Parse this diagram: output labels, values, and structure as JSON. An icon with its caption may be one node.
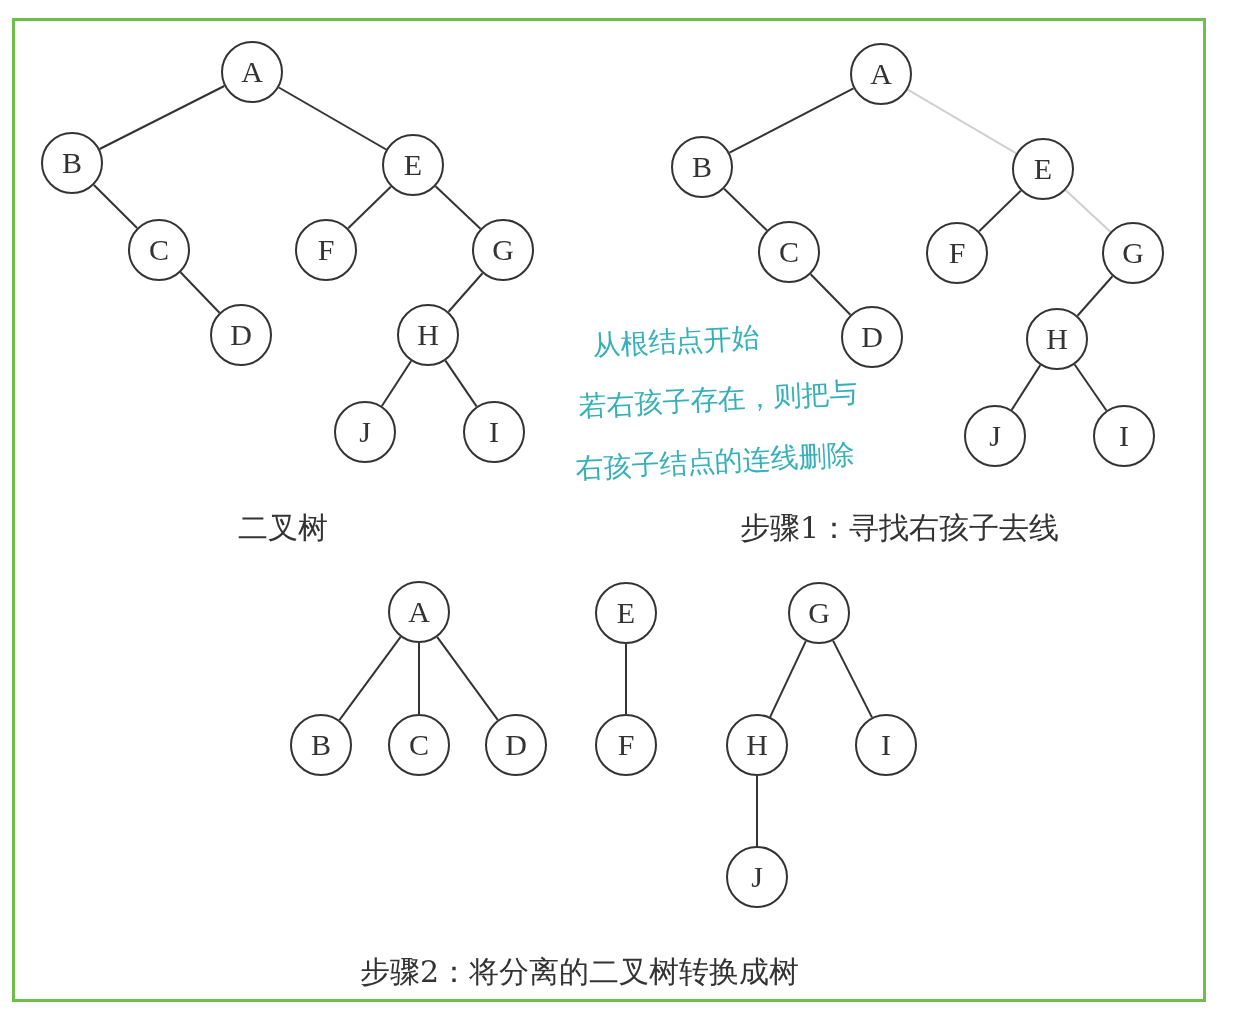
{
  "diagram": {
    "nodes": [
      {
        "text": [
          "A"
        ]
      },
      {
        "text": [
          "B"
        ]
      },
      {
        "text": [
          "E"
        ]
      },
      {
        "text": [
          "C"
        ]
      },
      {
        "text": [
          "F"
        ]
      },
      {
        "text": [
          "G"
        ]
      },
      {
        "text": [
          "D"
        ]
      },
      {
        "text": [
          "H"
        ]
      },
      {
        "text": [
          "J"
        ]
      },
      {
        "text": [
          "I"
        ]
      },
      {
        "text": [
          "A"
        ]
      },
      {
        "text": [
          "B"
        ]
      },
      {
        "text": [
          "E"
        ]
      },
      {
        "text": [
          "C"
        ]
      },
      {
        "text": [
          "F"
        ]
      },
      {
        "text": [
          "G"
        ]
      },
      {
        "text": [
          "D"
        ]
      },
      {
        "text": [
          "H"
        ]
      },
      {
        "text": [
          "J"
        ]
      },
      {
        "text": [
          "I"
        ]
      },
      {
        "text": [
          "A"
        ]
      },
      {
        "text": [
          "E"
        ]
      },
      {
        "text": [
          "G"
        ]
      },
      {
        "text": [
          "B"
        ]
      },
      {
        "text": [
          "C"
        ]
      },
      {
        "text": [
          "D"
        ]
      },
      {
        "text": [
          "F"
        ]
      },
      {
        "text": [
          "H"
        ]
      },
      {
        "text": [
          "I"
        ]
      },
      {
        "text": [
          "J"
        ]
      }
    ],
    "edges": [
      {
        "from": 0,
        "to": 1,
        "arrow": "none"
      },
      {
        "from": 0,
        "to": 2,
        "arrow": "none"
      },
      {
        "from": 1,
        "to": 3,
        "arrow": "none"
      },
      {
        "from": 3,
        "to": 6,
        "arrow": "none"
      },
      {
        "from": 2,
        "to": 4,
        "arrow": "none"
      },
      {
        "from": 2,
        "to": 5,
        "arrow": "none"
      },
      {
        "from": 5,
        "to": 7,
        "arrow": "none"
      },
      {
        "from": 7,
        "to": 8,
        "arrow": "none"
      },
      {
        "from": 7,
        "to": 9,
        "arrow": "none"
      },
      {
        "from": 10,
        "to": 11,
        "arrow": "none"
      },
      {
        "from": 10,
        "to": 12,
        "arrow": "none",
        "color": "#d0d0d0"
      },
      {
        "from": 11,
        "to": 13,
        "arrow": "none"
      },
      {
        "from": 13,
        "to": 16,
        "arrow": "none"
      },
      {
        "from": 12,
        "to": 14,
        "arrow": "none"
      },
      {
        "from": 12,
        "to": 15,
        "arrow": "none",
        "color": "#d0d0d0"
      },
      {
        "from": 15,
        "to": 17,
        "arrow": "none"
      },
      {
        "from": 17,
        "to": 18,
        "arrow": "none"
      },
      {
        "from": 17,
        "to": 19,
        "arrow": "none"
      },
      {
        "from": 20,
        "to": 23,
        "arrow": "none"
      },
      {
        "from": 20,
        "to": 24,
        "arrow": "none"
      },
      {
        "from": 20,
        "to": 25,
        "arrow": "none"
      },
      {
        "from": 21,
        "to": 26,
        "arrow": "none"
      },
      {
        "from": 22,
        "to": 27,
        "arrow": "none"
      },
      {
        "from": 22,
        "to": 28,
        "arrow": "none"
      },
      {
        "from": 27,
        "to": 29,
        "arrow": "none"
      }
    ],
    "labels": [
      "二叉树",
      "从根结点开始",
      "若右孩子存在，则把与",
      "右孩子结点的连线删除",
      "步骤1：寻找右孩子去线",
      "步骤2：将分离的二叉树转换成树"
    ]
  }
}
